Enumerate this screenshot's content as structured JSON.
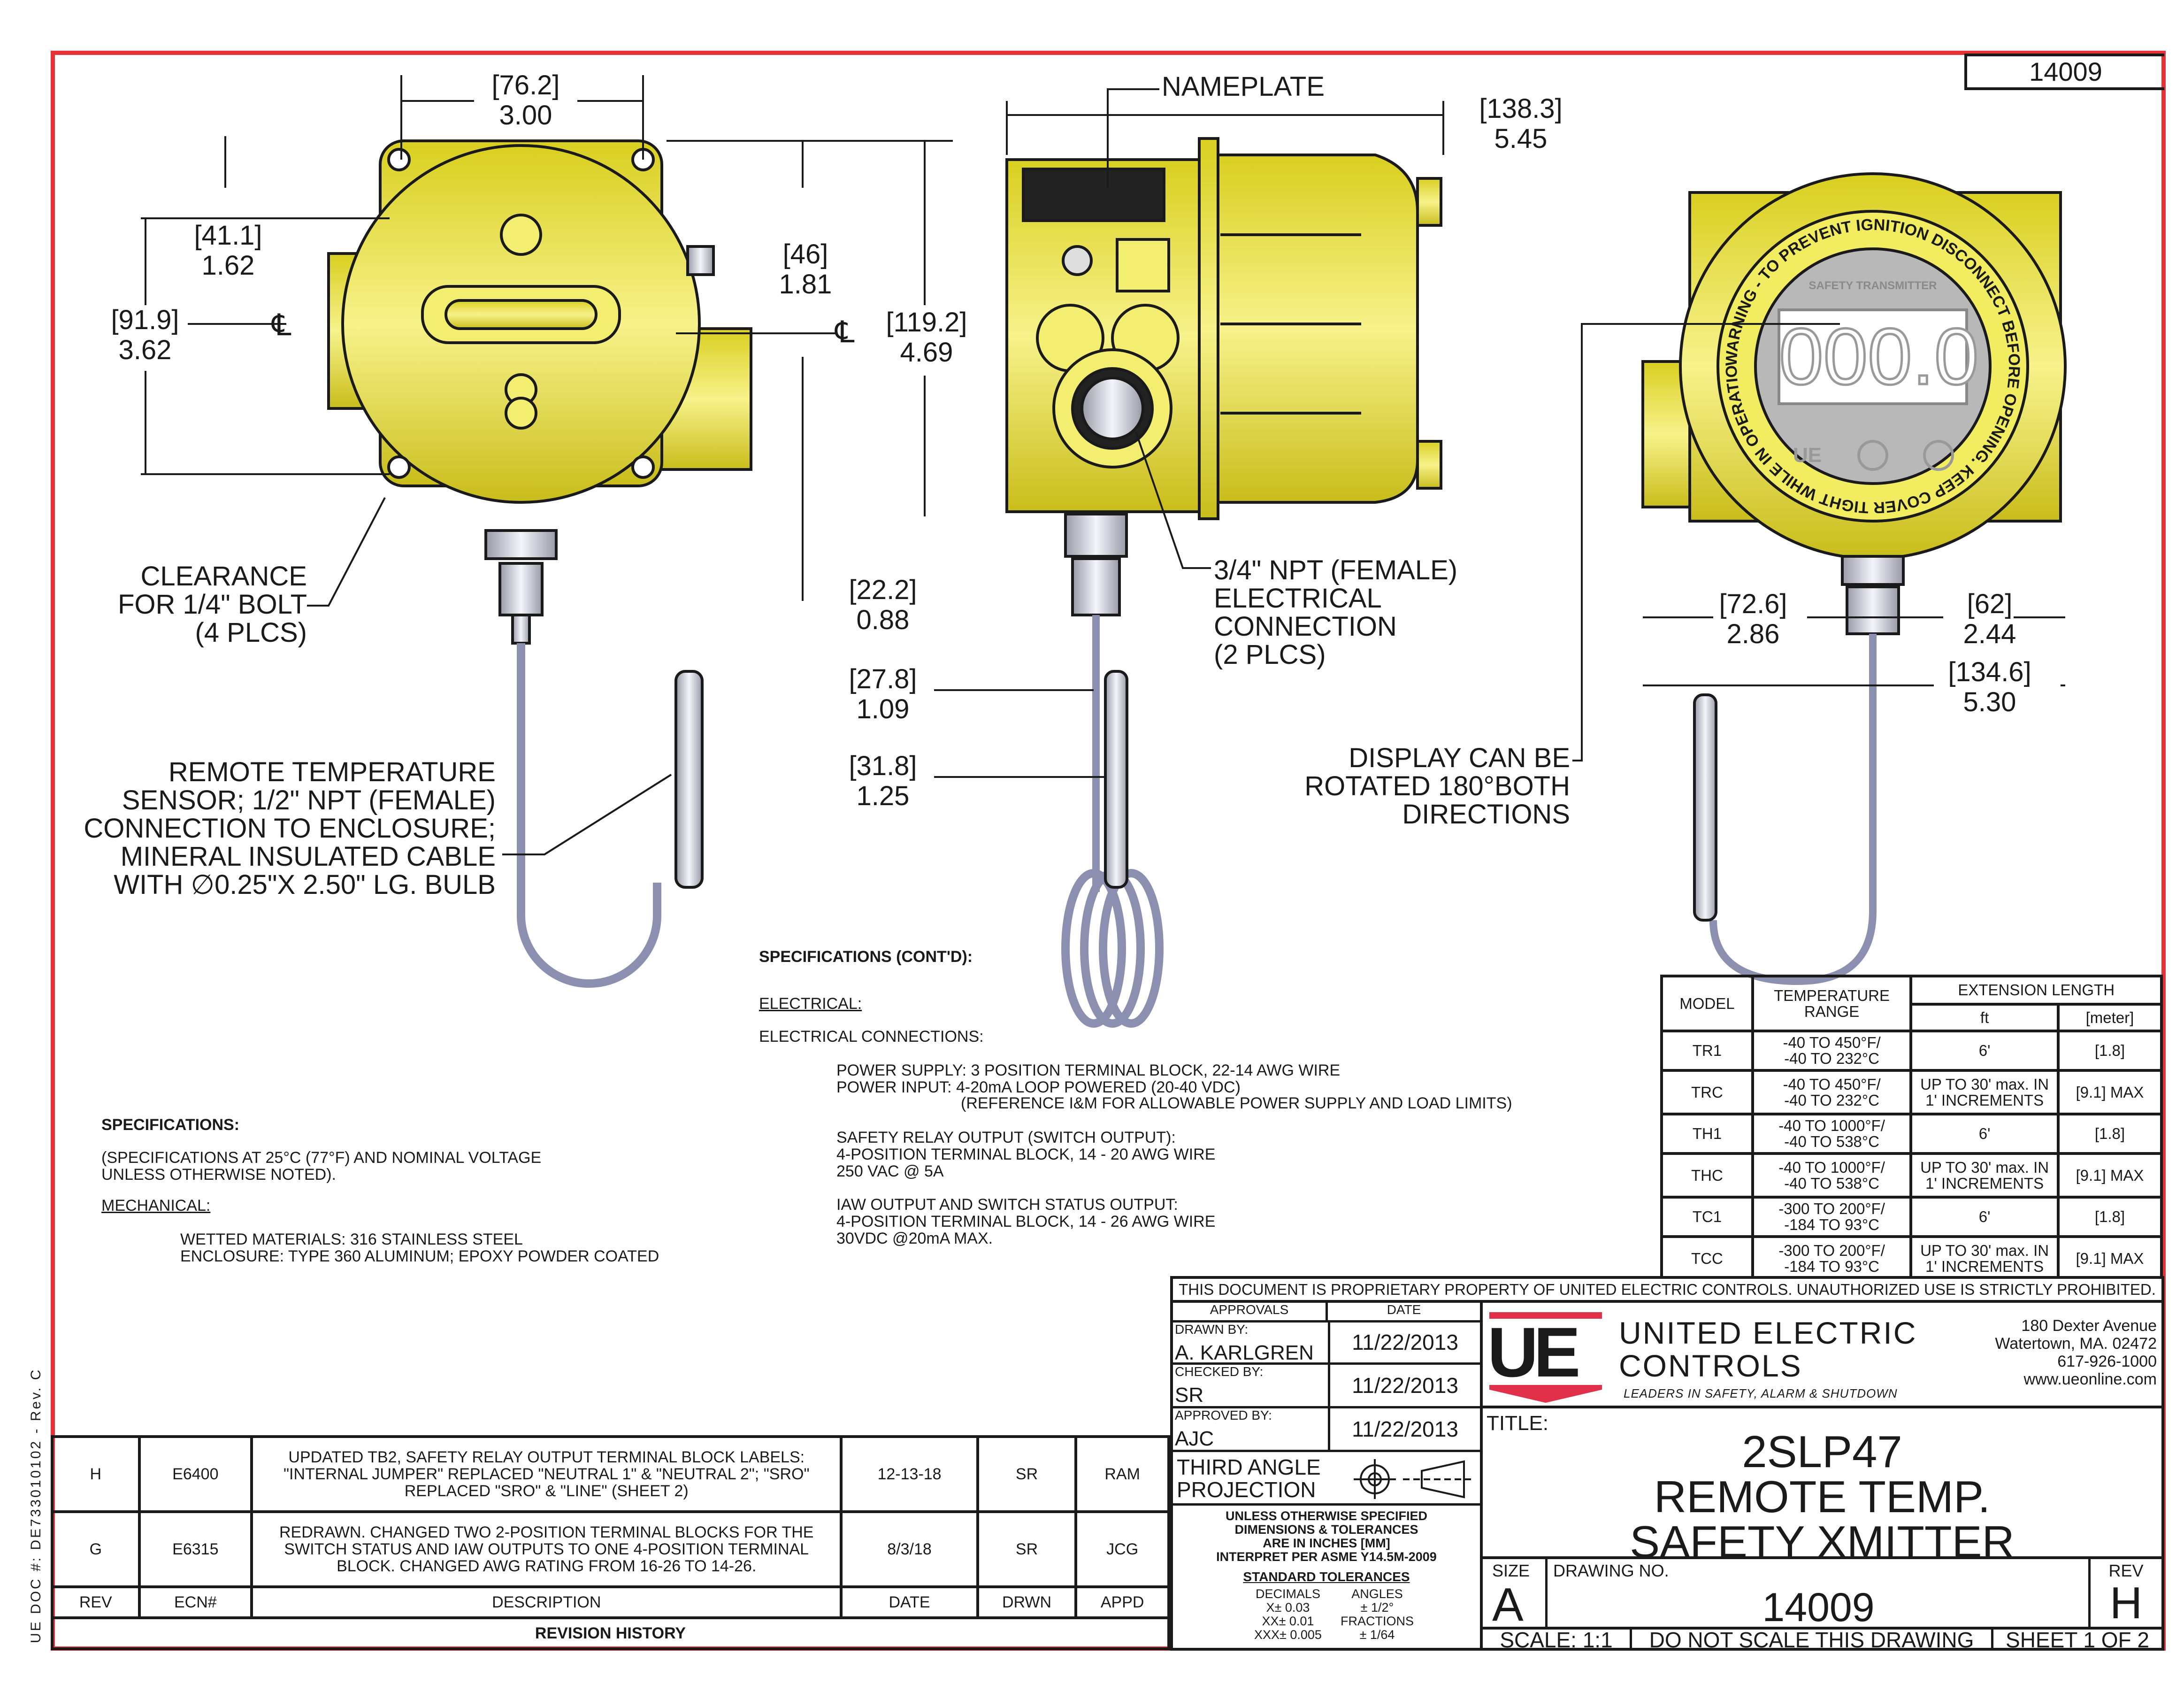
{
  "sheet_number": "14009",
  "side_doc": "UE DOC #: DE733010102 - Rev. C",
  "dimensions": {
    "width_top": {
      "mm": "[76.2]",
      "in": "3.00"
    },
    "offset_top": {
      "mm": "[41.1]",
      "in": "1.62"
    },
    "height_left": {
      "mm": "[91.9]",
      "in": "3.62"
    },
    "offset_right": {
      "mm": "[46]",
      "in": "1.81"
    },
    "height_side": {
      "mm": "[119.2]",
      "in": "4.69"
    },
    "depth_side": {
      "mm": "[138.3]",
      "in": "5.45"
    },
    "fitting_1": {
      "mm": "[22.2]",
      "in": "0.88"
    },
    "fitting_2": {
      "mm": "[27.8]",
      "in": "1.09"
    },
    "fitting_3": {
      "mm": "[31.8]",
      "in": "1.25"
    },
    "front_left": {
      "mm": "[72.6]",
      "in": "2.86"
    },
    "front_right": {
      "mm": "[62]",
      "in": "2.44"
    },
    "front_total": {
      "mm": "[134.6]",
      "in": "5.30"
    },
    "centerline": "℄"
  },
  "callouts": {
    "nameplate": "NAMEPLATE",
    "clearance": "CLEARANCE\nFOR 1/4\" BOLT\n(4 PLCS)",
    "npt": "3/4\" NPT (FEMALE)\nELECTRICAL\nCONNECTION\n(2 PLCS)",
    "sensor": "REMOTE TEMPERATURE\nSENSOR; 1/2\" NPT (FEMALE)\nCONNECTION TO ENCLOSURE;\nMINERAL INSULATED CABLE\nWITH ∅0.25\"X 2.50\" LG. BULB",
    "display": "DISPLAY CAN BE\nROTATED 180°BOTH\nDIRECTIONS"
  },
  "display_face": {
    "header": "SAFETY TRANSMITTER",
    "reading": "000.0",
    "ring_text": "WARNING - TO PREVENT IGNITION DISCONNECT BEFORE OPENING. KEEP COVER TIGHT WHILE IN OPERATION",
    "logo": "UE"
  },
  "specs_left": {
    "title": "SPECIFICATIONS:",
    "note": "(SPECIFICATIONS AT 25°C (77°F) AND NOMINAL VOLTAGE\nUNLESS OTHERWISE NOTED).",
    "mechanical_label": "MECHANICAL:",
    "mechanical": "WETTED MATERIALS: 316 STAINLESS STEEL\nENCLOSURE: TYPE 360 ALUMINUM; EPOXY POWDER COATED"
  },
  "specs_cont": {
    "title": "SPECIFICATIONS (CONT'D):",
    "electrical_label": "ELECTRICAL:",
    "connections_label": "ELECTRICAL CONNECTIONS:",
    "power": "POWER SUPPLY: 3 POSITION TERMINAL BLOCK, 22-14 AWG WIRE\nPOWER INPUT: 4-20mA LOOP POWERED (20-40 VDC)",
    "power_ref": "(REFERENCE I&M FOR ALLOWABLE POWER SUPPLY AND LOAD LIMITS)",
    "relay": "SAFETY RELAY OUTPUT (SWITCH OUTPUT):\n 4-POSITION TERMINAL BLOCK, 14 - 20 AWG WIRE\n 250 VAC @ 5A",
    "iaw": "IAW OUTPUT AND SWITCH STATUS OUTPUT:\n 4-POSITION TERMINAL BLOCK, 14 - 26 AWG WIRE\n 30VDC @20mA MAX."
  },
  "model_table": {
    "headers": {
      "model": "MODEL",
      "range": "TEMPERATURE\nRANGE",
      "ext": "EXTENSION LENGTH",
      "ft": "ft",
      "meter": "[meter]"
    },
    "rows": [
      {
        "model": "TR1",
        "range": "-40 TO 450°F/\n-40 TO 232°C",
        "ft": "6'",
        "m": "[1.8]"
      },
      {
        "model": "TRC",
        "range": "-40 TO 450°F/\n-40 TO 232°C",
        "ft": "UP TO 30' max. IN\n1' INCREMENTS",
        "m": "[9.1] MAX"
      },
      {
        "model": "TH1",
        "range": "-40 TO 1000°F/\n-40 TO 538°C",
        "ft": "6'",
        "m": "[1.8]"
      },
      {
        "model": "THC",
        "range": "-40 TO 1000°F/\n-40 TO 538°C",
        "ft": "UP TO 30' max. IN\n1' INCREMENTS",
        "m": "[9.1] MAX"
      },
      {
        "model": "TC1",
        "range": "-300 TO 200°F/\n-184 TO 93°C",
        "ft": "6'",
        "m": "[1.8]"
      },
      {
        "model": "TCC",
        "range": "-300 TO 200°F/\n-184 TO 93°C",
        "ft": "UP TO 30' max. IN\n1' INCREMENTS",
        "m": "[9.1] MAX"
      }
    ]
  },
  "revision_history": {
    "title": "REVISION HISTORY",
    "headers": [
      "REV",
      "ECN#",
      "DESCRIPTION",
      "DATE",
      "DRWN",
      "APPD"
    ],
    "rows": [
      {
        "rev": "H",
        "ecn": "E6400",
        "desc": "UPDATED TB2, SAFETY RELAY OUTPUT TERMINAL BLOCK LABELS:\n\"INTERNAL JUMPER\" REPLACED \"NEUTRAL 1\" & \"NEUTRAL 2\"; \"SRO\"\nREPLACED \"SRO\" & \"LINE\" (SHEET 2)",
        "date": "12-13-18",
        "drwn": "SR",
        "appd": "RAM"
      },
      {
        "rev": "G",
        "ecn": "E6315",
        "desc": "REDRAWN. CHANGED TWO 2-POSITION TERMINAL BLOCKS FOR THE\nSWITCH STATUS AND IAW OUTPUTS TO ONE 4-POSITION TERMINAL\nBLOCK.  CHANGED AWG RATING FROM 16-26 TO 14-26.",
        "date": "8/3/18",
        "drwn": "SR",
        "appd": "JCG"
      }
    ]
  },
  "title_block": {
    "proprietary": "THIS DOCUMENT IS PROPRIETARY PROPERTY OF UNITED ELECTRIC CONTROLS. UNAUTHORIZED USE IS STRICTLY PROHIBITED.",
    "approvals_label": "APPROVALS",
    "date_label": "DATE",
    "drawn_label": "DRAWN BY:",
    "drawn_by": "A. KARLGREN",
    "drawn_date": "11/22/2013",
    "checked_label": "CHECKED BY:",
    "checked_by": "SR",
    "checked_date": "11/22/2013",
    "approved_label": "APPROVED BY:",
    "approved_by": "AJC",
    "approved_date": "11/22/2013",
    "projection": "THIRD ANGLE\nPROJECTION",
    "tolerance_note": "UNLESS OTHERWISE SPECIFIED\nDIMENSIONS & TOLERANCES\nARE IN INCHES [MM]\nINTERPRET PER ASME Y14.5M-2009",
    "std_tol_label": "STANDARD TOLERANCES",
    "decimals": "DECIMALS\nX± 0.03\nXX± 0.01\nXXX± 0.005",
    "angles": "ANGLES\n± 1/2°\nFRACTIONS\n± 1/64",
    "company_logo": "UE",
    "company_line1": "UNITED ELECTRIC",
    "company_line2": "CONTROLS",
    "tagline": "LEADERS IN SAFETY, ALARM & SHUTDOWN",
    "address": "180 Dexter Avenue\nWatertown, MA. 02472\n617-926-1000\nwww.ueonline.com",
    "title_label": "TITLE:",
    "title": "2SLP47\nREMOTE TEMP.\nSAFETY XMITTER",
    "size_label": "SIZE",
    "size": "A",
    "drawing_no_label": "DRAWING NO.",
    "drawing_no": "14009",
    "rev_label": "REV",
    "rev": "H",
    "scale": "SCALE: 1:1",
    "do_not_scale": "DO NOT SCALE THIS DRAWING",
    "sheet": "SHEET 1 OF 2"
  },
  "colors": {
    "frame": "#e8323a",
    "enclosure": "#efe63a",
    "brand_red": "#e0304a"
  }
}
